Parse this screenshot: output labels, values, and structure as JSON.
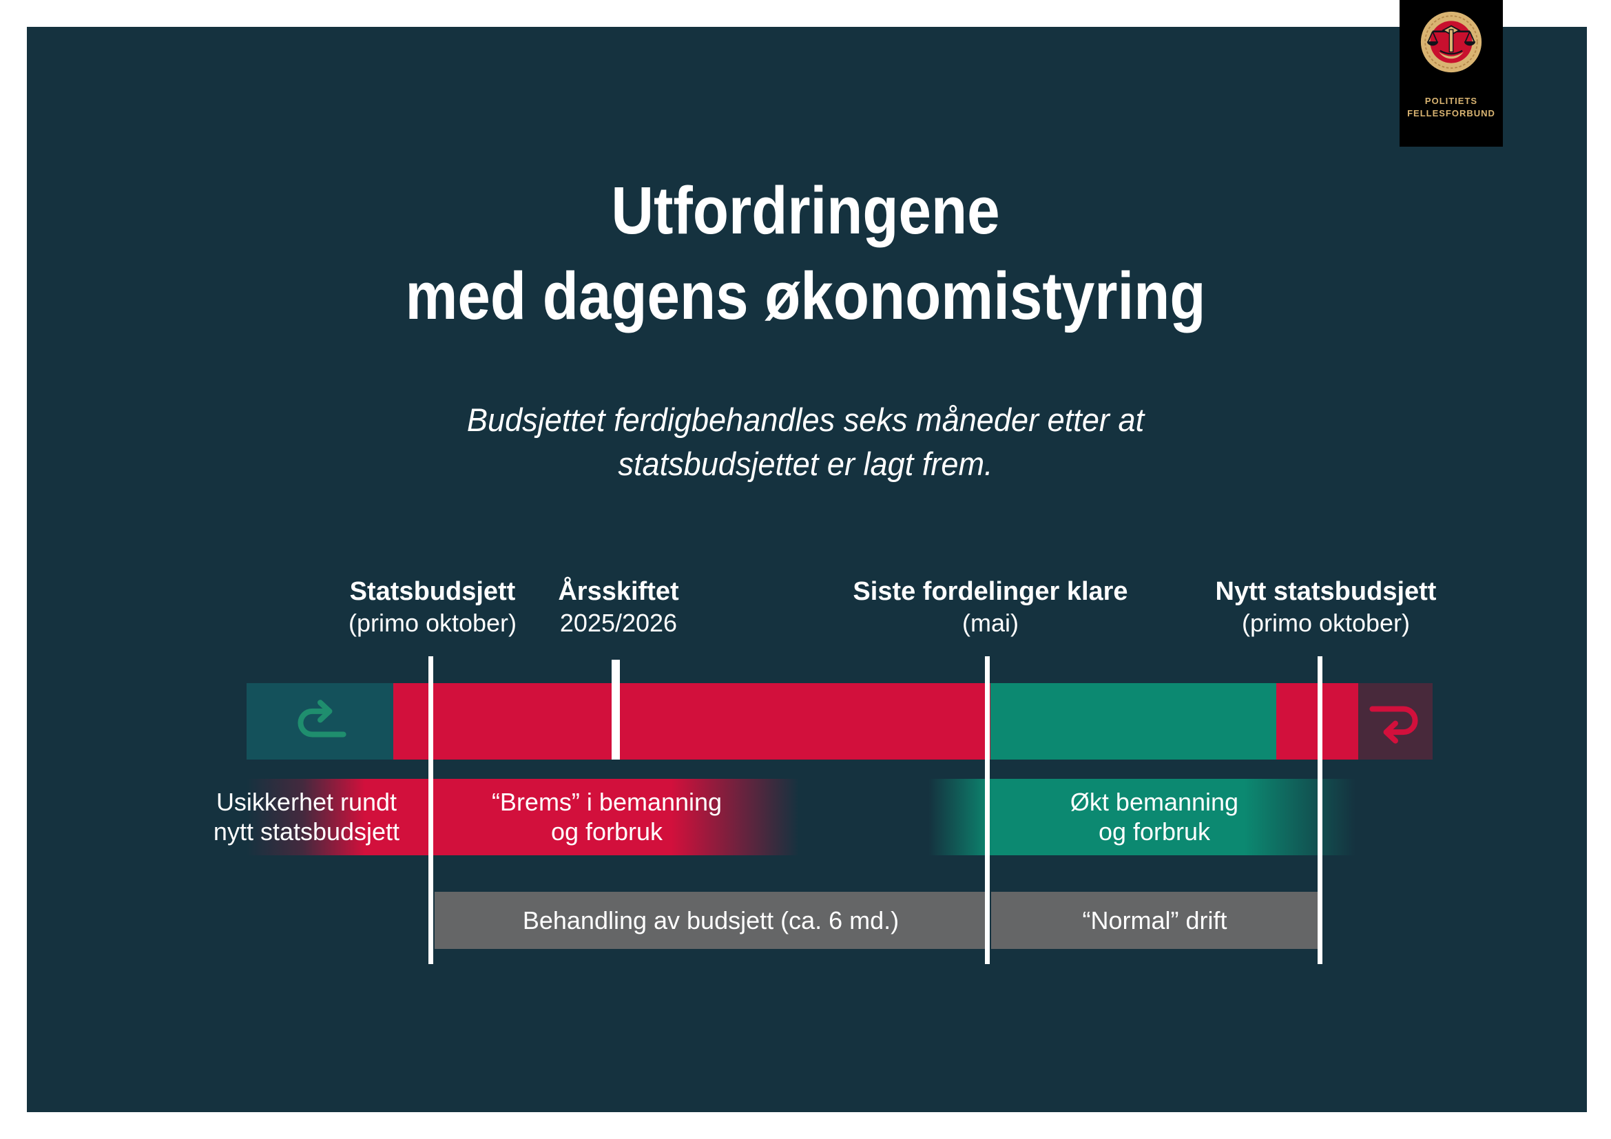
{
  "colors": {
    "background": "#FFFFFF",
    "slide": "#15323F",
    "crimson": "#D2103C",
    "teal": "#0C8971",
    "dark_teal": "#14515B",
    "maroon": "#48293B",
    "gray": "#656667",
    "gold": "#D9B472",
    "logo_red": "#C8102E",
    "icon_green": "#1F8E6E",
    "black": "#000000",
    "white": "#FFFFFF"
  },
  "logo": {
    "line1": "POLITIETS",
    "line2": "FELLESFORBUND",
    "emblem": "scales-of-justice-icon"
  },
  "title": {
    "line1": "Utfordringene",
    "line2": "med dagens økonomistyring"
  },
  "subtitle": {
    "line1": "Budsjettet ferdigbehandles seks måneder etter at",
    "line2": "statsbudsjettet er lagt frem."
  },
  "milestones": [
    {
      "label": "Statsbudsjett",
      "sub": "(primo oktober)"
    },
    {
      "label": "Årsskiftet",
      "sub": "2025/2026"
    },
    {
      "label": "Siste fordelinger klare",
      "sub": "(mai)"
    },
    {
      "label": "Nytt statsbudsjett",
      "sub": "(primo oktober)"
    }
  ],
  "bands": [
    {
      "line1": "Usikkerhet rundt",
      "line2": "nytt statsbudsjett"
    },
    {
      "line1": "“Brems” i bemanning",
      "line2": "og forbruk"
    },
    {
      "line1": "Økt bemanning",
      "line2": "og forbruk"
    }
  ],
  "process": [
    {
      "label": "Behandling av budsjett (ca. 6 md.)"
    },
    {
      "label": "“Normal” drift"
    }
  ],
  "icons": {
    "left_segment": "u-turn-right-arrow-icon",
    "right_segment": "u-turn-left-arrow-icon"
  }
}
